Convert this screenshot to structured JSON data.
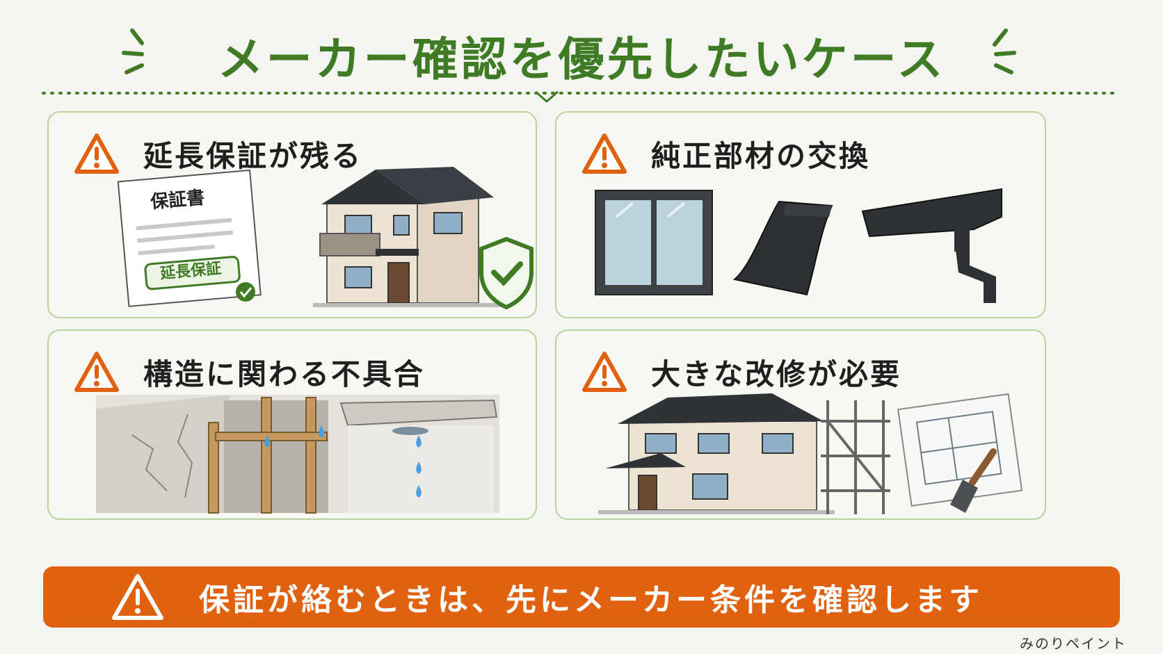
{
  "title": "メーカー確認を優先したいケース",
  "colors": {
    "accent_green": "#3f7a25",
    "warning_orange": "#e0610f",
    "card_border": "#b7d49c"
  },
  "cards": [
    {
      "title": "延長保証が残る",
      "icon": "warning-icon",
      "doc_title": "保証書",
      "doc_stamp": "延長保証"
    },
    {
      "title": "純正部材の交換",
      "icon": "warning-icon"
    },
    {
      "title": "構造に関わる不具合",
      "icon": "warning-icon"
    },
    {
      "title": "大きな改修が必要",
      "icon": "warning-icon"
    }
  ],
  "banner": {
    "text": "保証が絡むときは、先にメーカー条件を確認します",
    "icon": "warning-icon"
  },
  "brand": "みのりペイント"
}
